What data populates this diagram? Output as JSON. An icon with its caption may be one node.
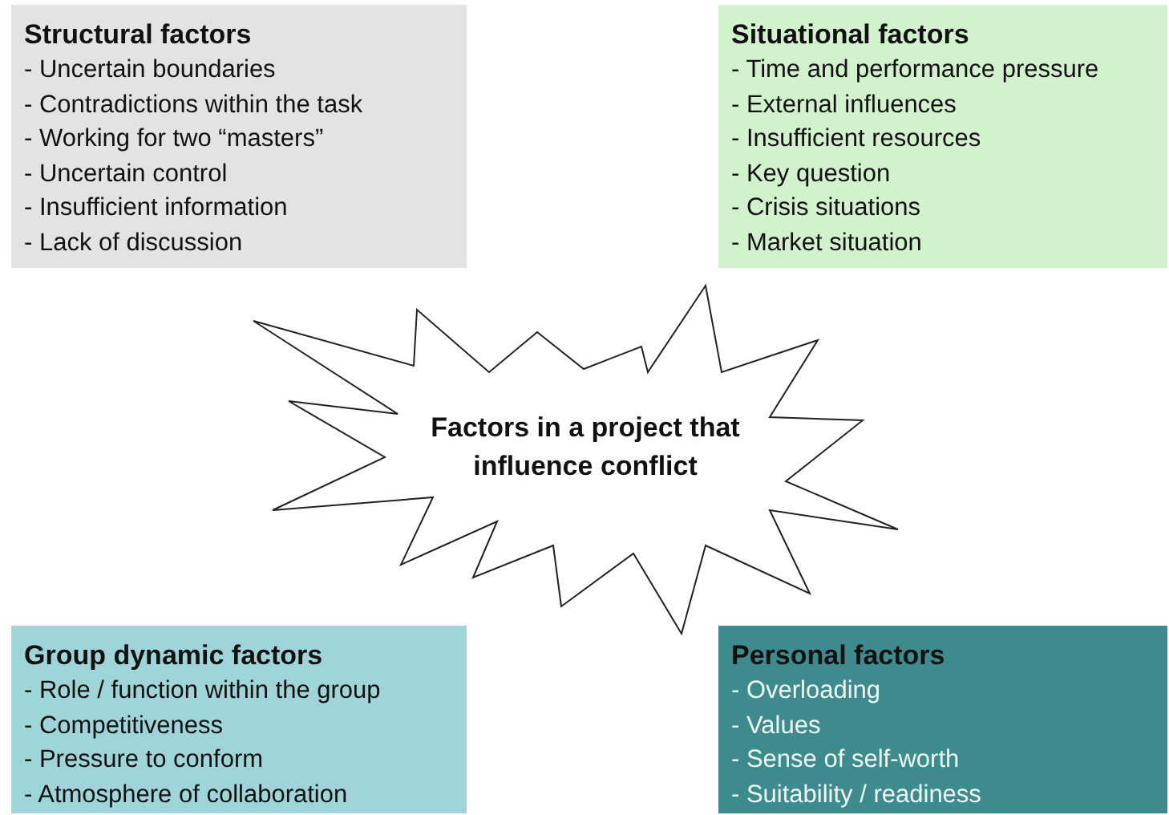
{
  "diagram": {
    "nodes": [
      {
        "text": [
          "Structural factors",
          "- Uncertain boundaries",
          "- Contradictions within the task",
          "- Working for two “masters”",
          "- Uncertain control",
          "- Insufficient information",
          "- Lack of discussion"
        ]
      },
      {
        "text": [
          "Situational factors",
          "- Time and performance pressure",
          "- External influences",
          "- Insufficient resources",
          "- Key question",
          "- Crisis situations",
          "- Market situation"
        ]
      },
      {
        "text": [
          "Factors in a project that influence conflict"
        ]
      },
      {
        "text": [
          "Group dynamic factors",
          "- Role / function within the group",
          "- Competitiveness",
          "- Pressure to conform",
          "- Atmosphere of collaboration"
        ]
      },
      {
        "text": [
          "Personal factors",
          "- Overloading",
          "- Values",
          "- Sense of self-worth",
          "- Suitability / readiness"
        ]
      }
    ]
  }
}
